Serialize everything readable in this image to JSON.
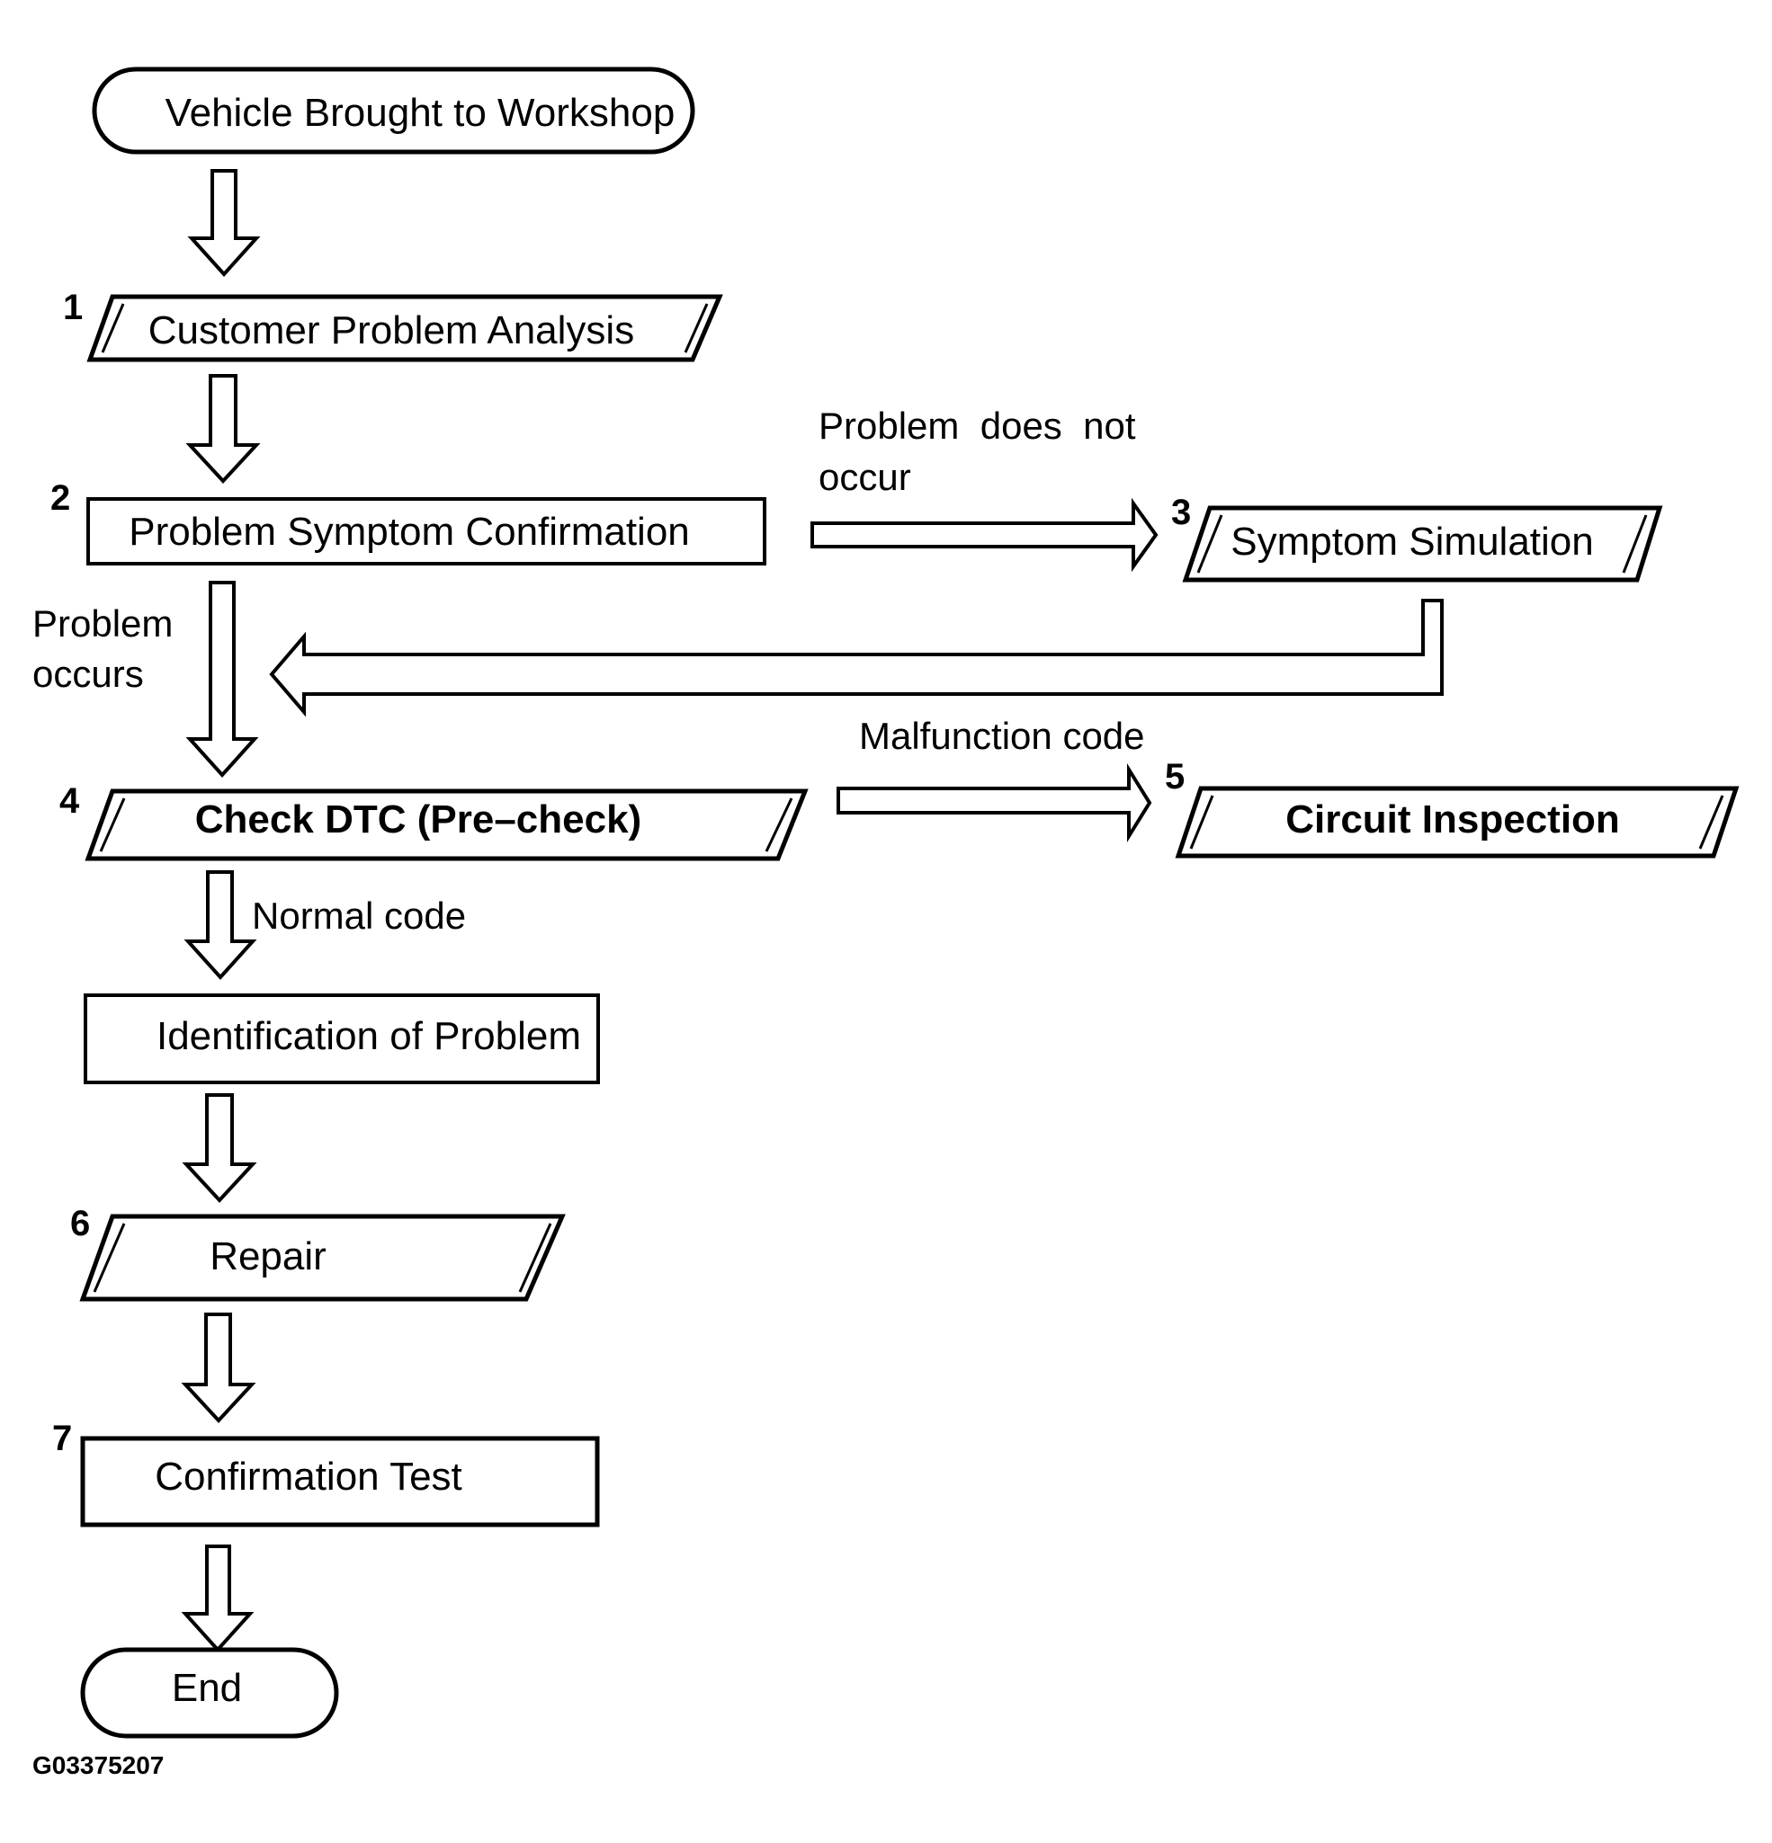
{
  "nodes": {
    "start": {
      "text": "Vehicle Brought to Workshop"
    },
    "n1": {
      "step": "1",
      "text": "Customer Problem Analysis"
    },
    "n2": {
      "step": "2",
      "text": "Problem Symptom Confirmation"
    },
    "n3": {
      "step": "3",
      "text": "Symptom Simulation"
    },
    "n4": {
      "step": "4",
      "text": "Check DTC (Pre–check)"
    },
    "n5": {
      "step": "5",
      "text": "Circuit Inspection"
    },
    "n_identify": {
      "text": "Identification of Problem"
    },
    "n6": {
      "step": "6",
      "text": "Repair"
    },
    "n7": {
      "step": "7",
      "text": "Confirmation Test"
    },
    "end": {
      "text": "End"
    }
  },
  "edge_labels": {
    "does_not_occur_line1": "Problem  does  not",
    "does_not_occur_line2": "occur",
    "occurs_line1": "Problem",
    "occurs_line2": "occurs",
    "malfunction": "Malfunction code",
    "normal": "Normal code"
  },
  "figure_id": "G03375207"
}
